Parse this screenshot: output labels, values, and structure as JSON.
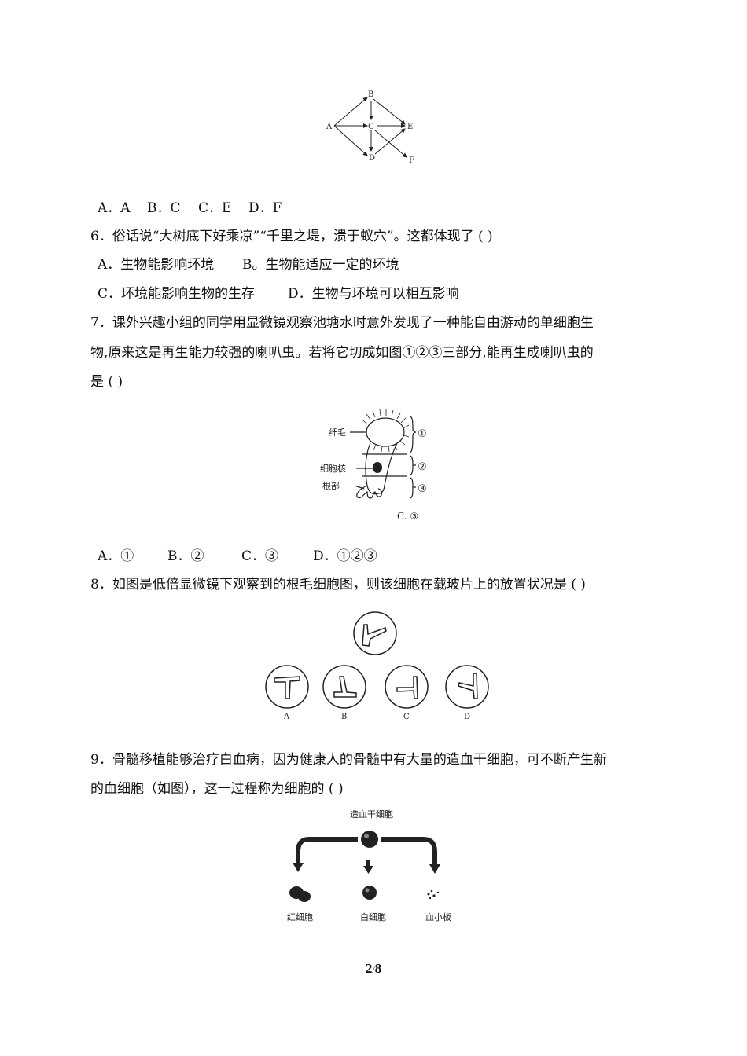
{
  "fig1": {
    "nodes": [
      "A",
      "B",
      "C",
      "D",
      "E",
      "F"
    ]
  },
  "q5": {
    "options": [
      "A．A",
      "B．C",
      "C．E",
      "D．F"
    ]
  },
  "q6": {
    "stem": "6．俗话说“大树底下好乘凉”“千里之堤，溃于蚁穴”。这都体现了  (   )",
    "optA": "A．生物能影响环境",
    "optB": "B。生物能适应一定的环境",
    "optC": "C．环境能影响生物的生存",
    "optD": "D．生物与环境可以相互影响"
  },
  "q7": {
    "stem_line1": "7．课外兴趣小组的同学用显微镜观察池塘水时意外发现了一种能自由游动的单细胞生",
    "stem_line2": "物,原来这是再生能力较强的喇叭虫。若将它切成如图①②③三部分,能再生成喇叭虫的",
    "stem_line3": "是 (    )",
    "fig_labels": {
      "cilia": "纤毛",
      "nucleus": "细胞核",
      "root": "根部",
      "part1": "①",
      "part2": "②",
      "part3": "③",
      "note": "C. ③"
    },
    "options": [
      "A．①",
      "B．②",
      "C．③",
      "D．①②③"
    ]
  },
  "q8": {
    "stem": "8．如图是低倍显微镜下观察到的根毛细胞图，则该细胞在载玻片上的放置状况是  (    )",
    "fig_labels": [
      "A",
      "B",
      "C",
      "D"
    ]
  },
  "q9": {
    "stem_line1": "9．骨髓移植能够治疗白血病，因为健康人的骨髓中有大量的造血干细胞，可不断产生新",
    "stem_line2": "的血细胞（如图），这一过程称为细胞的   (    )",
    "fig_labels": {
      "stem_cell": "造血干细胞",
      "rbc": "红细胞",
      "wbc": "白细胞",
      "platelet": "血小板"
    }
  },
  "page": {
    "current": "2",
    "separator": "/",
    "total": "8"
  }
}
